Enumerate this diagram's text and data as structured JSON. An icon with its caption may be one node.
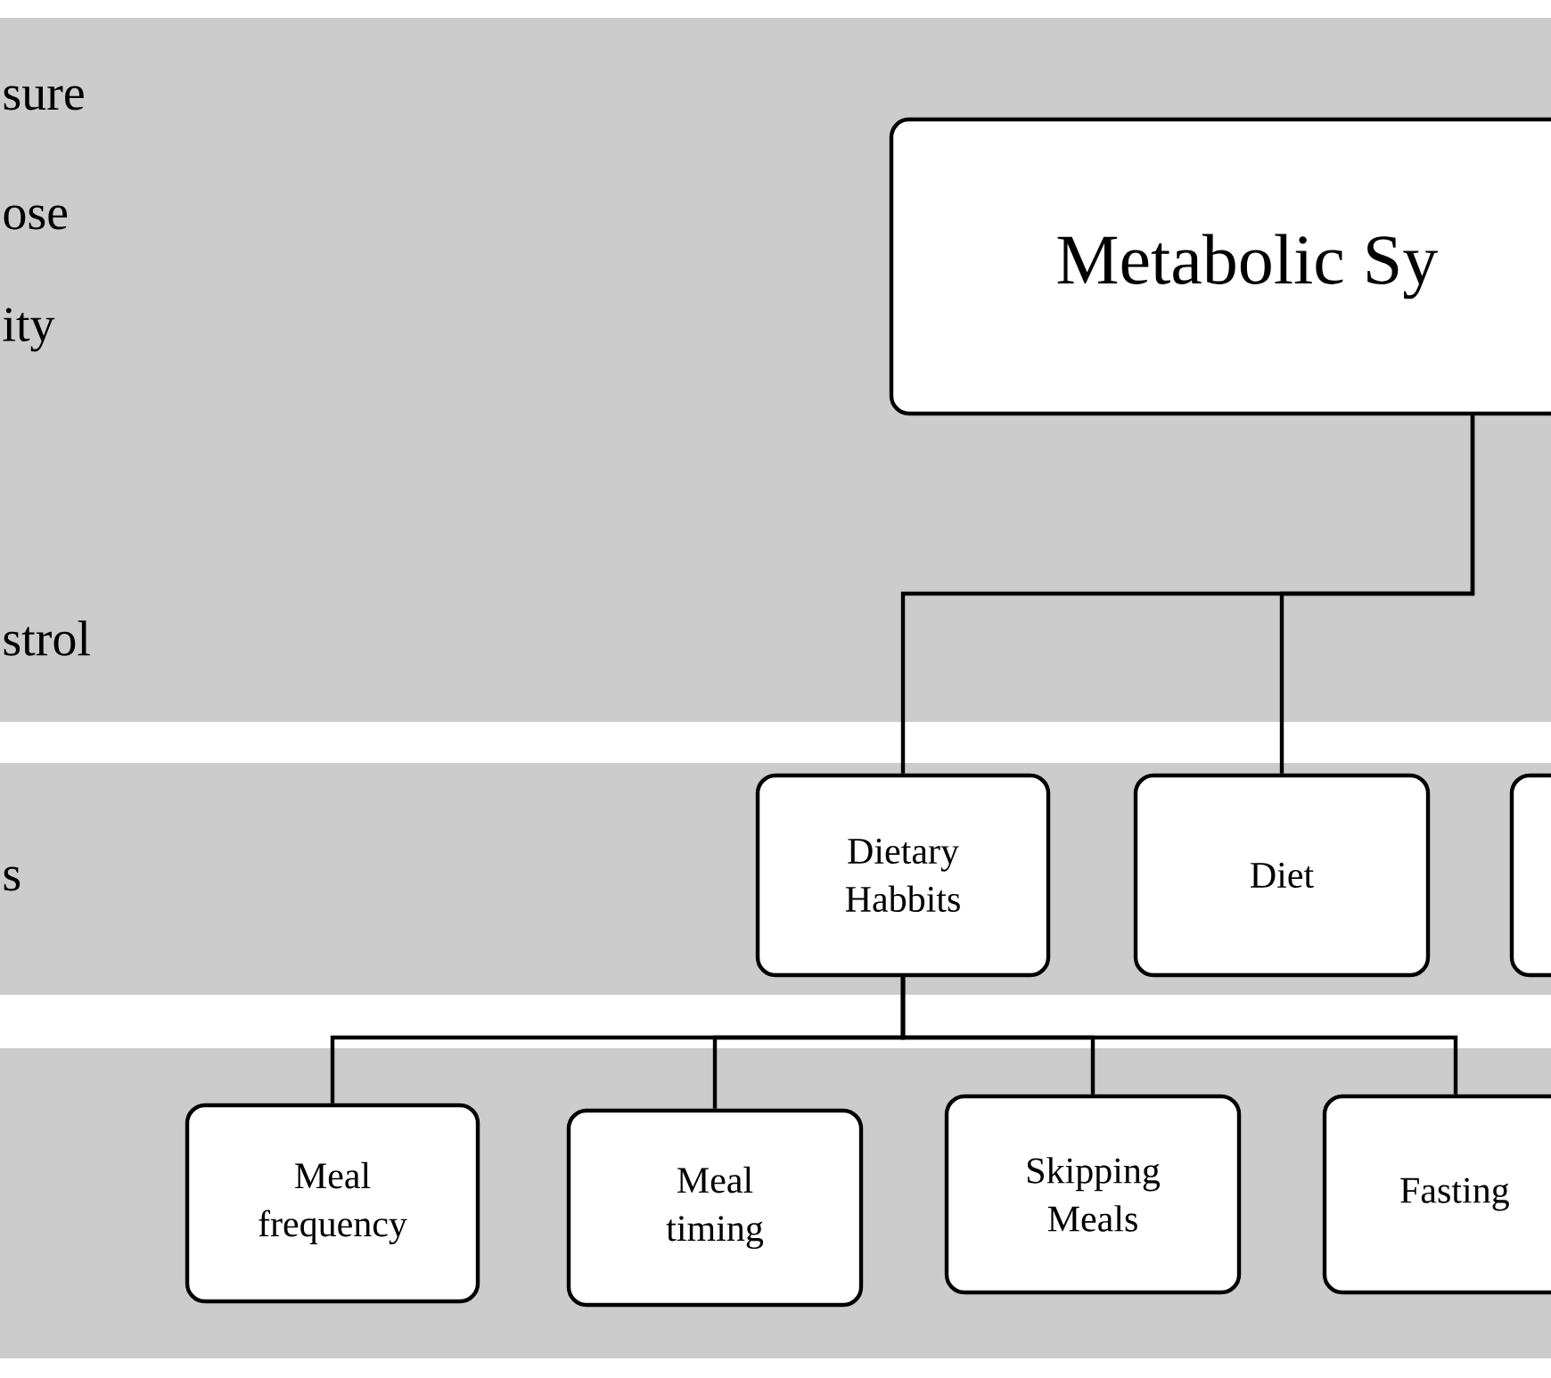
{
  "diagram": {
    "nodes": [
      {
        "text": [
          "Metabolic Sy"
        ]
      },
      {
        "text": [
          "Dietary Habbits"
        ]
      },
      {
        "text": [
          "Diet"
        ]
      },
      {
        "text": [],
        "shape": "box"
      },
      {
        "text": [
          "Meal frequency"
        ]
      },
      {
        "text": [
          "Meal timing"
        ]
      },
      {
        "text": [
          "Skipping Meals"
        ]
      },
      {
        "text": [
          "Fasting"
        ]
      }
    ],
    "edges": [
      {
        "from": 0,
        "to": 1,
        "arrow": "none"
      },
      {
        "from": 0,
        "to": 2,
        "arrow": "none"
      },
      {
        "from": 1,
        "to": 4,
        "arrow": "none"
      },
      {
        "from": 1,
        "to": 5,
        "arrow": "none"
      },
      {
        "from": 1,
        "to": 6,
        "arrow": "none"
      },
      {
        "from": 1,
        "to": 7,
        "arrow": "none"
      }
    ],
    "labels": [
      "sure",
      "ose",
      "ity",
      "strol",
      "s"
    ]
  }
}
